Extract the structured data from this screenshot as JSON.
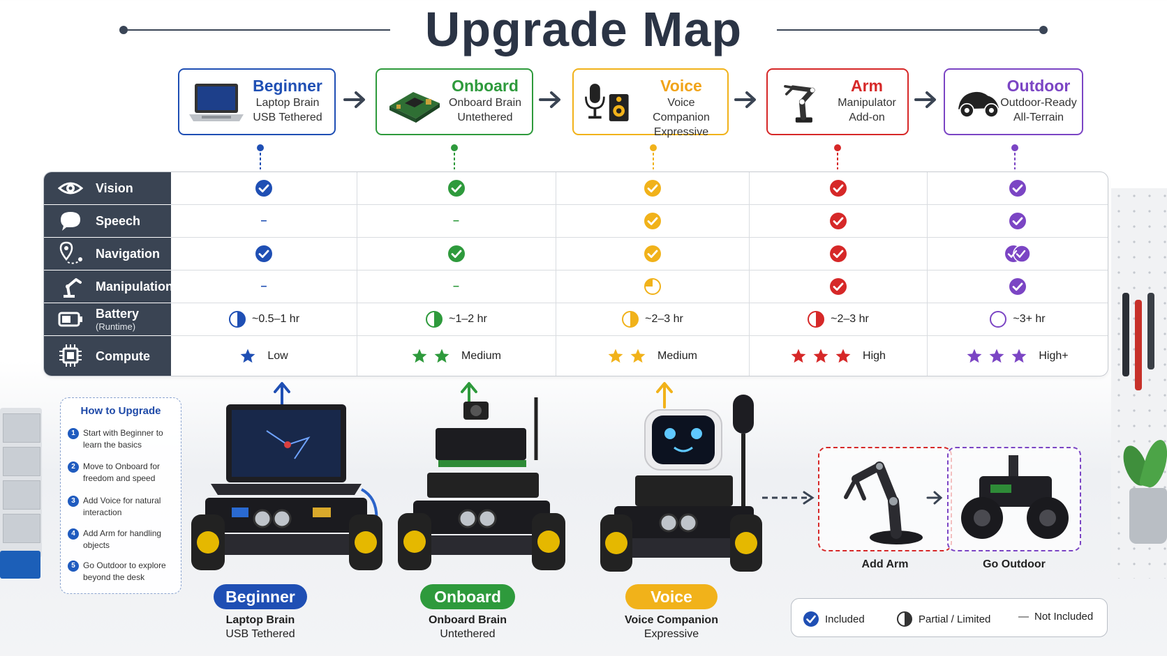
{
  "title": "Upgrade Map",
  "colors": {
    "beginner": "#1f4fb4",
    "onboard": "#2e9a3c",
    "voice": "#f1b21a",
    "arm": "#d62828",
    "outdoor": "#7b45c4",
    "rowhead": "#3a4453",
    "title": "#2b3445"
  },
  "stages": [
    {
      "name": "Beginner",
      "line1": "Laptop Brain",
      "line2": "USB Tethered",
      "icon": "laptop-icon"
    },
    {
      "name": "Onboard",
      "line1": "Onboard Brain",
      "line2": "Untethered",
      "icon": "circuit-board-icon"
    },
    {
      "name": "Voice",
      "line1": "Voice Companion",
      "line2": "Expressive",
      "icon": "microphone-speaker-icon"
    },
    {
      "name": "Arm",
      "line1": "Manipulator",
      "line2": "Add-on",
      "icon": "robot-arm-icon"
    },
    {
      "name": "Outdoor",
      "line1": "Outdoor-Ready",
      "line2": "All-Terrain",
      "icon": "all-terrain-vehicle-icon"
    }
  ],
  "features": [
    {
      "label": "Vision",
      "sub": "",
      "icon": "eye-icon"
    },
    {
      "label": "Speech",
      "sub": "",
      "icon": "speech-bubble-icon"
    },
    {
      "label": "Navigation",
      "sub": "",
      "icon": "location-pin-icon"
    },
    {
      "label": "Manipulation",
      "sub": "",
      "icon": "robot-arm-icon"
    },
    {
      "label": "Battery",
      "sub": "(Runtime)",
      "icon": "battery-icon"
    },
    {
      "label": "Compute",
      "sub": "",
      "icon": "chip-icon"
    }
  ],
  "matrix": [
    [
      "check",
      "dash",
      "check",
      "dash",
      "half",
      "star1"
    ],
    [
      "check",
      "dash",
      "check",
      "dash",
      "half",
      "star2"
    ],
    [
      "check",
      "check",
      "check",
      "quarter",
      "half",
      "star2"
    ],
    [
      "check",
      "check",
      "check",
      "check",
      "half",
      "star3"
    ],
    [
      "check",
      "check",
      "doublecheck",
      "check",
      "empty",
      "star3"
    ]
  ],
  "battery": [
    "~0.5–1 hr",
    "~1–2 hr",
    "~2–3 hr",
    "~2–3 hr",
    "~3+ hr"
  ],
  "compute": [
    "Low",
    "Medium",
    "Medium",
    "High",
    "High+"
  ],
  "dash_symbol": "–",
  "howto": {
    "title": "How to Upgrade",
    "steps": [
      {
        "num": "1",
        "text": "Start with Beginner to learn the basics"
      },
      {
        "num": "2",
        "text": "Move to Onboard for freedom and speed"
      },
      {
        "num": "3",
        "text": "Add Voice for natural interaction"
      },
      {
        "num": "4",
        "text": "Add Arm for handling objects"
      },
      {
        "num": "5",
        "text": "Go Outdoor to explore beyond the desk"
      }
    ]
  },
  "robots": [
    {
      "pill": "Beginner",
      "line1": "Laptop Brain",
      "line2": "USB Tethered"
    },
    {
      "pill": "Onboard",
      "line1": "Onboard Brain",
      "line2": "Untethered"
    },
    {
      "pill": "Voice",
      "line1": "Voice Companion",
      "line2": "Expressive"
    }
  ],
  "addons": [
    {
      "label": "Add Arm"
    },
    {
      "label": "Go Outdoor"
    }
  ],
  "legend": {
    "included": "Included",
    "partial": "Partial / Limited",
    "not_included": "Not Included",
    "dash": "—"
  }
}
